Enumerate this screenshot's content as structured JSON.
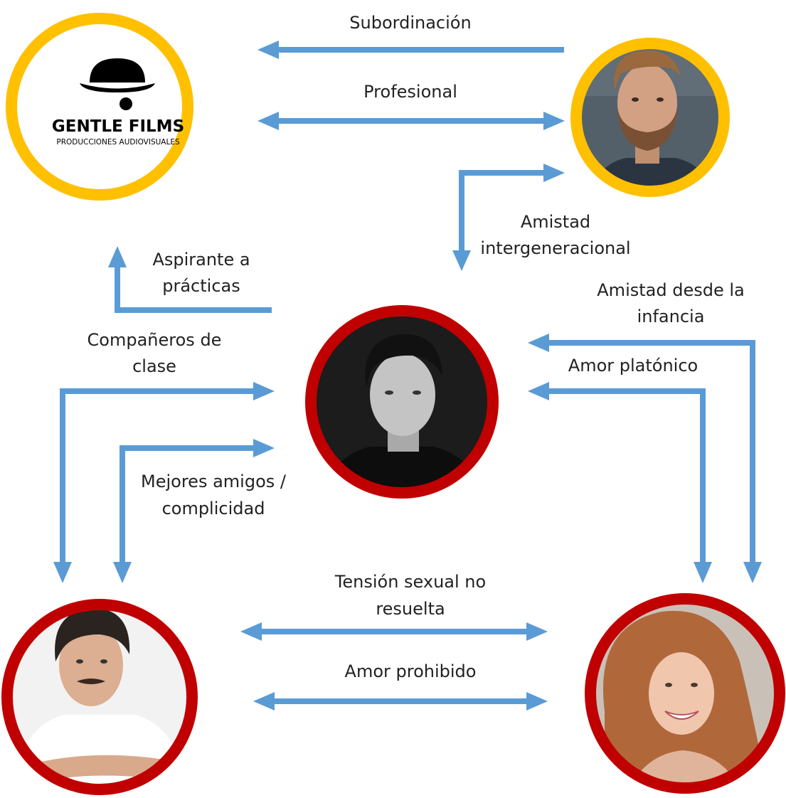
{
  "colors": {
    "arrow": "#5b9bd5",
    "ring_gold": "#ffc000",
    "ring_red": "#c00000"
  },
  "nodes": {
    "logo": {
      "title": "GENTLE FILMS",
      "subtitle": "PRODUCCIONES AUDIOVISUALES",
      "icon": "bowler-hat-icon",
      "ring": "gold"
    },
    "bearded_man": {
      "icon": "person-portrait",
      "ring": "gold"
    },
    "young_man_center": {
      "icon": "person-portrait",
      "ring": "red"
    },
    "mustache_man": {
      "icon": "person-portrait",
      "ring": "red"
    },
    "young_woman": {
      "icon": "person-portrait",
      "ring": "red"
    }
  },
  "relations": {
    "subordinacion": "Subordinación",
    "profesional": "Profesional",
    "amistad_intergen": [
      "Amistad",
      "intergeneracional"
    ],
    "aspirante": [
      "Aspirante a",
      "prácticas"
    ],
    "amistad_infancia": [
      "Amistad desde la",
      "infancia"
    ],
    "amor_platonico": "Amor platónico",
    "companeros": [
      "Compañeros de",
      "clase"
    ],
    "mejores_amigos": [
      "Mejores amigos /",
      "complicidad"
    ],
    "tension": [
      "Tensión sexual no",
      "resuelta"
    ],
    "amor_prohibido": "Amor prohibido"
  }
}
